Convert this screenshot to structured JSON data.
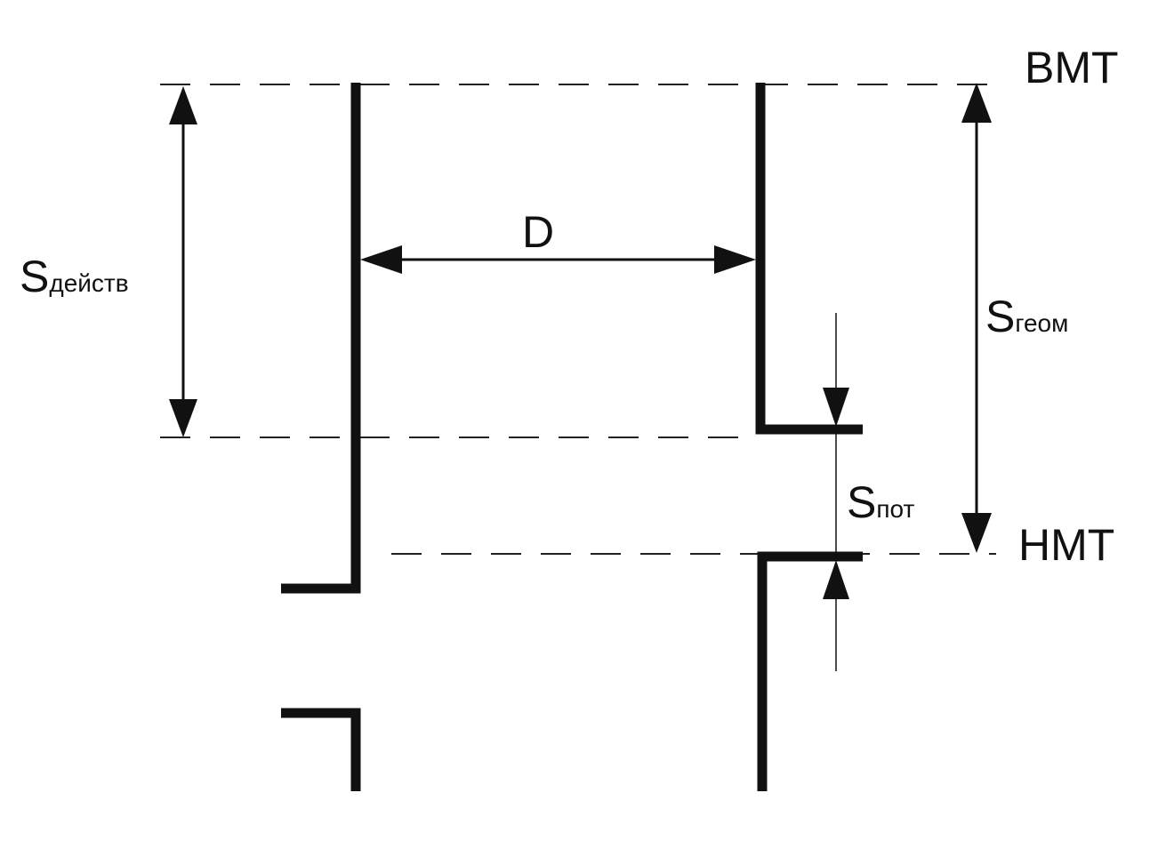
{
  "labels": {
    "tdc": "ВМТ",
    "bdc": "НМТ",
    "diameter": "D",
    "s_effective_main": "S",
    "s_effective_sub": "действ",
    "s_geometric_main": "S",
    "s_geometric_sub": "геом",
    "s_lost_main": "S",
    "s_lost_sub": "пот"
  },
  "colors": {
    "line": "#111111",
    "background": "#ffffff"
  }
}
